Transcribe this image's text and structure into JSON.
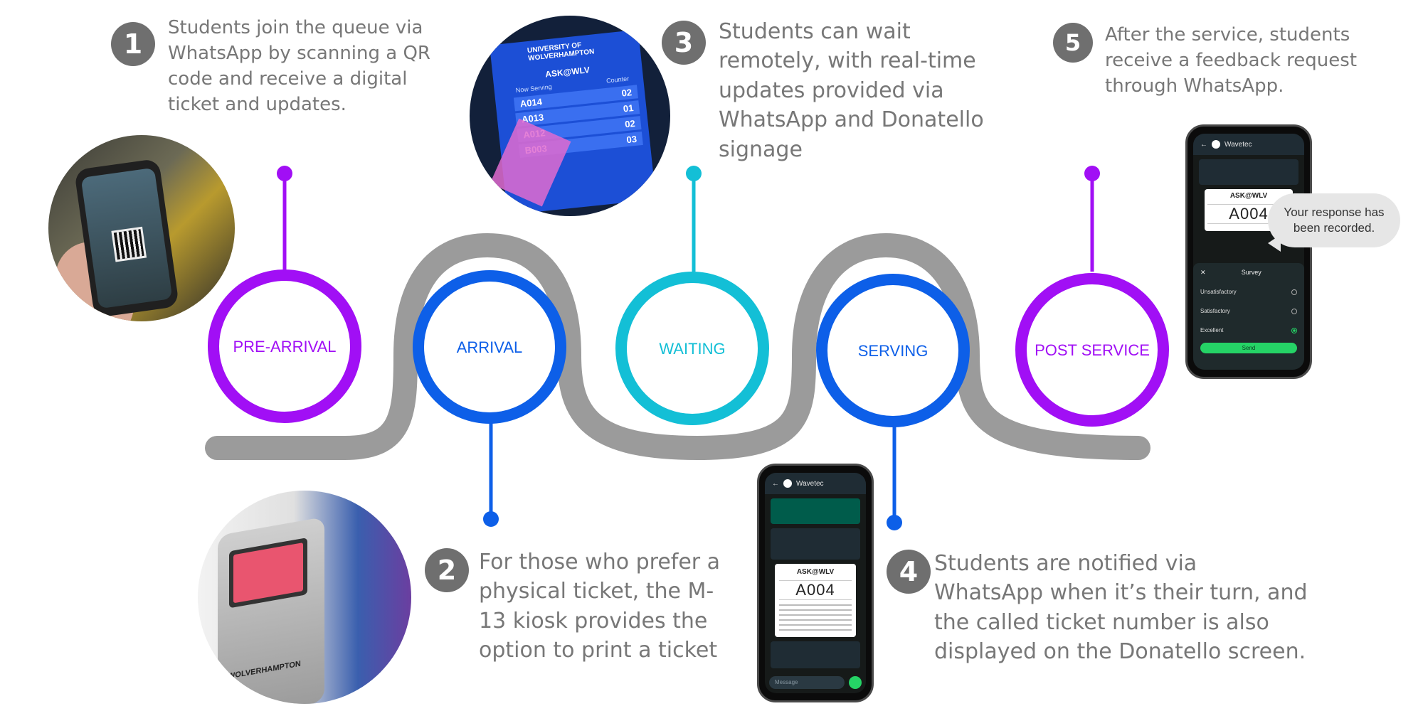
{
  "steps": [
    {
      "num": "1",
      "text": "Students join the queue via WhatsApp by scanning a QR code and receive a digital ticket and updates."
    },
    {
      "num": "2",
      "text": "For those who prefer a physical ticket, the M-13 kiosk provides the option to print a ticket"
    },
    {
      "num": "3",
      "text": "Students can wait remotely, with real-time updates provided via WhatsApp and Donatello signage"
    },
    {
      "num": "4",
      "text": "Students are notified via WhatsApp when it’s their turn, and the called ticket number is also displayed on the Donatello screen."
    },
    {
      "num": "5",
      "text": "After the service, students receive a feedback request through WhatsApp."
    }
  ],
  "stages": [
    {
      "label": "PRE-ARRIVAL",
      "color": "#a10ff5"
    },
    {
      "label": "ARRIVAL",
      "color": "#0d5fe8"
    },
    {
      "label": "WAITING",
      "color": "#13bfd6"
    },
    {
      "label": "SERVING",
      "color": "#0d5fe8"
    },
    {
      "label": "POST SERVICE",
      "color": "#a10ff5"
    }
  ],
  "colors": {
    "track": "#9b9b9b",
    "step_badge": "#6f6f6f",
    "text": "#777777"
  },
  "signage": {
    "logo_text": "UNIVERSITY OF WOLVERHAMPTON",
    "title": "ASK@WLV",
    "col_now_serving": "Now Serving",
    "col_counter": "Counter",
    "rows": [
      {
        "ticket": "A014",
        "counter": "02"
      },
      {
        "ticket": "A013",
        "counter": "01"
      },
      {
        "ticket": "A012",
        "counter": "02"
      },
      {
        "ticket": "B003",
        "counter": "03"
      }
    ]
  },
  "kiosk": {
    "logo_text": "WOLVERHAMPTON"
  },
  "phone_serving": {
    "contact": "Wavetec",
    "brand": "ASK@WLV",
    "ticket": "A004",
    "input_placeholder": "Message"
  },
  "phone_post": {
    "contact": "Wavetec",
    "brand": "ASK@WLV",
    "ticket": "A004",
    "survey_title": "Survey",
    "options": [
      "Unsatisfactory",
      "Satisfactory",
      "Excellent"
    ],
    "send_label": "Send",
    "speech": "Your response has been recorded."
  }
}
